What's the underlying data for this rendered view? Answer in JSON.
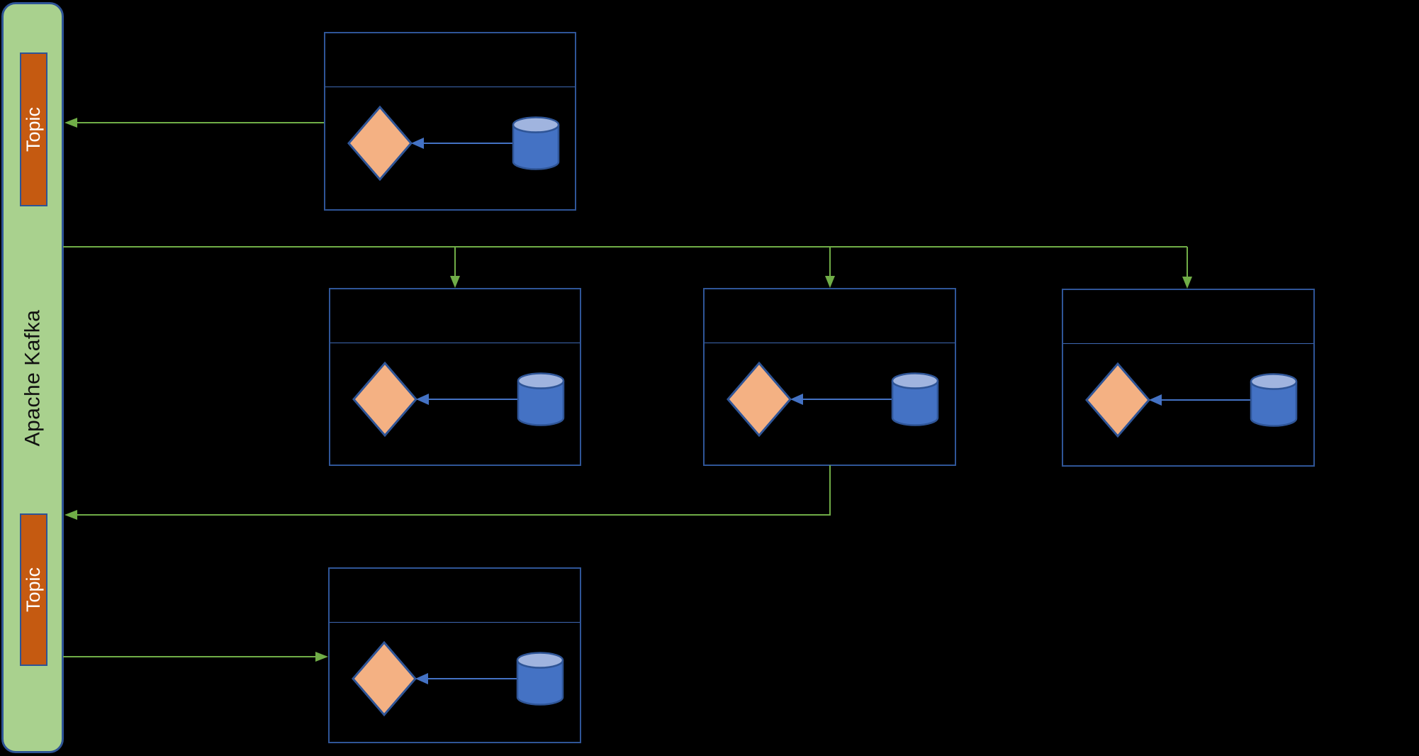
{
  "colors": {
    "bg": "#000000",
    "green": "#70AD47",
    "blue": "#4472C4",
    "bar-fill": "#A9D18E",
    "bar-border": "#2E5496",
    "topic-fill": "#C55A11",
    "topic-border": "#2E5496",
    "topic-text": "#FFFFFF",
    "kafka-text": "#111111",
    "box-border": "#2F5597",
    "box-divider": "#3E68B3",
    "diamond-fill": "#F4B183",
    "shape-border": "#2F5597",
    "cyl-top": "#A0B4DF"
  },
  "kafka": {
    "label": "Apache Kafka",
    "topics": [
      {
        "label": "Topic"
      },
      {
        "label": "Topic"
      }
    ]
  }
}
